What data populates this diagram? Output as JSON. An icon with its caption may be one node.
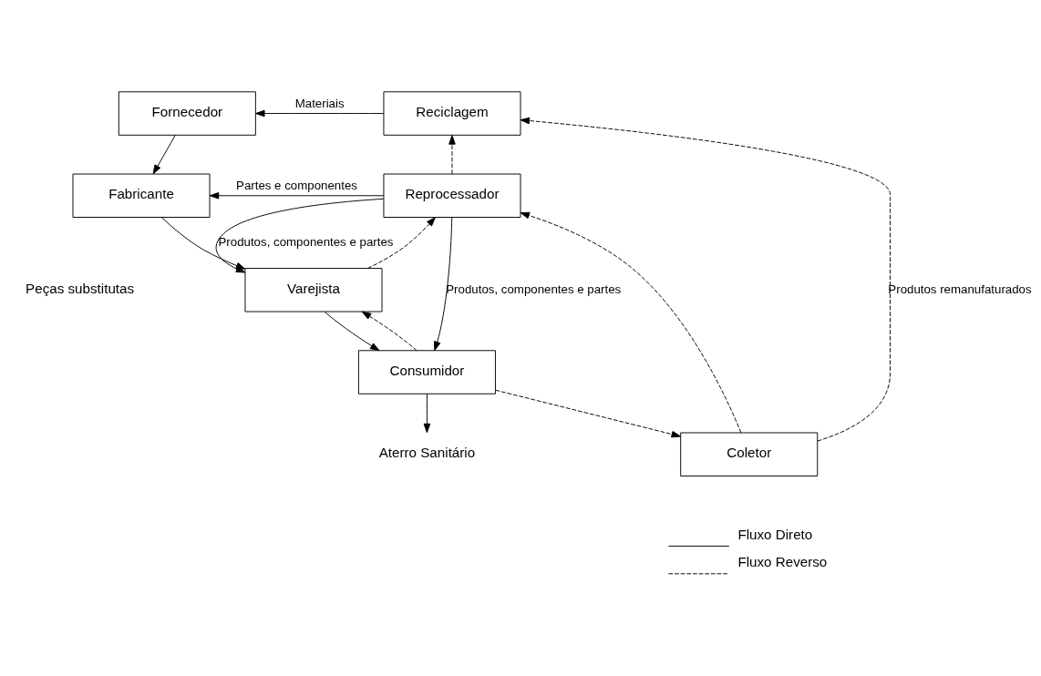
{
  "diagram": {
    "nodes": [
      {
        "text": [
          "Fornecedor"
        ]
      },
      {
        "text": [
          "Reciclagem"
        ]
      },
      {
        "text": [
          "Fabricante"
        ]
      },
      {
        "text": [
          "Reprocessador"
        ]
      },
      {
        "text": [
          "Varejista"
        ]
      },
      {
        "text": [
          "Coletor"
        ]
      },
      {
        "text": [
          "Consumidor"
        ]
      },
      {
        "text": [
          "Aterro Sanitário"
        ]
      }
    ],
    "edges": [
      {
        "from": 1,
        "to": 0,
        "arrow": "to",
        "label": "Materiais"
      },
      {
        "from": 0,
        "to": 2,
        "arrow": "to"
      },
      {
        "from": 3,
        "to": 2,
        "arrow": "to",
        "label": "Partes e componentes"
      },
      {
        "from": 3,
        "to": 1,
        "arrow": "to",
        "style": "dashed"
      },
      {
        "from": 5,
        "to": 1,
        "arrow": "to",
        "style": "dashed",
        "label": "Produtos remanufaturados"
      },
      {
        "from": 2,
        "to": 4,
        "arrow": "to"
      },
      {
        "from": 3,
        "to": 4,
        "arrow": "to",
        "label": "Produtos, componentes e partes"
      },
      {
        "from": 4,
        "to": 3,
        "arrow": "to",
        "style": "dashed"
      },
      {
        "from": 5,
        "to": 3,
        "arrow": "to",
        "style": "dashed"
      },
      {
        "from": 4,
        "to": 6,
        "arrow": "to"
      },
      {
        "from": 6,
        "to": 4,
        "arrow": "to",
        "style": "dashed"
      },
      {
        "from": 6,
        "to": 5,
        "arrow": "to",
        "style": "dashed"
      },
      {
        "from": 3,
        "to": 6,
        "arrow": "to",
        "label": "Produtos, componentes e partes"
      },
      {
        "from": 6,
        "to": 7,
        "arrow": "to"
      }
    ],
    "labels": [
      "Peças substitutas"
    ],
    "legend": [
      {
        "text": "Fluxo Direto"
      },
      {
        "text": "Fluxo Reverso"
      }
    ]
  }
}
